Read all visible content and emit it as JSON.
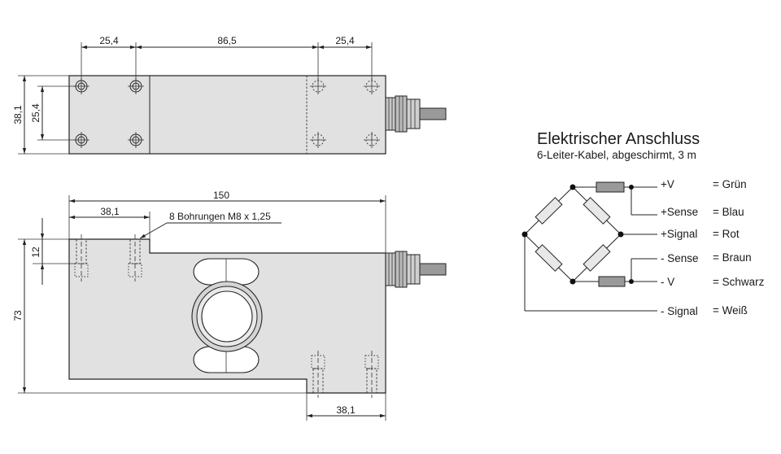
{
  "top_view": {
    "dims": {
      "left_width": "25,4",
      "middle_width": "86,5",
      "right_width": "25,4",
      "height": "38,1",
      "hole_spacing": "25,4"
    }
  },
  "side_view": {
    "dims": {
      "length": "150",
      "hole_offset": "38,1",
      "thread_depth": "12",
      "height": "73",
      "bottom_offset": "38,1"
    },
    "hole_note": "8 Bohrungen M8 x 1,25"
  },
  "connection": {
    "title": "Elektrischer Anschluss",
    "subtitle": "6-Leiter-Kabel, abgeschirmt, 3 m",
    "wires": [
      {
        "signal": "+V",
        "color": "= Grün"
      },
      {
        "signal": "+Sense",
        "color": "= Blau"
      },
      {
        "signal": "+Signal",
        "color": "= Rot"
      },
      {
        "signal": "- Sense",
        "color": "= Braun"
      },
      {
        "signal": "- V",
        "color": "= Schwarz"
      },
      {
        "signal": "- Signal",
        "color": "= Weiß"
      }
    ]
  }
}
